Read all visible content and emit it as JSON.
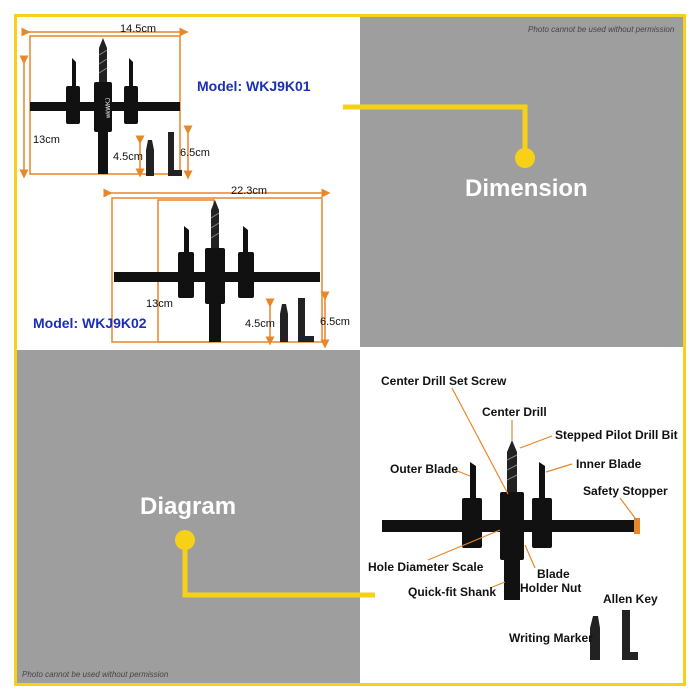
{
  "watermark": "Photo cannot be used without permission",
  "dimension_section": {
    "title": "Dimension",
    "model1": {
      "label": "Model: WKJ9K01",
      "width": "14.5cm",
      "height": "13cm",
      "marker_length": "4.5cm",
      "key_length": "6.5cm"
    },
    "model2": {
      "label": "Model: WKJ9K02",
      "width": "22.3cm",
      "height": "13cm",
      "marker_length": "4.5cm",
      "key_length": "6.5cm"
    }
  },
  "diagram_section": {
    "title": "Diagram",
    "labels": {
      "center_drill_set_screw": "Center Drill Set Screw",
      "center_drill": "Center Drill",
      "stepped_pilot_drill_bit": "Stepped Pilot Drill Bit",
      "outer_blade": "Outer Blade",
      "inner_blade": "Inner Blade",
      "safety_stopper": "Safety Stopper",
      "hole_diameter_scale": "Hole Diameter Scale",
      "blade": "Blade",
      "holder_nut": "Holder Nut",
      "quick_fit_shank": "Quick-fit Shank",
      "allen_key": "Allen Key",
      "writing_marker": "Writing Marker"
    }
  },
  "colors": {
    "accent_yellow": "#f7d117",
    "dimension_orange": "#e8862a",
    "model_blue": "#1a2fb5",
    "gray_panel": "#9e9e9e"
  }
}
